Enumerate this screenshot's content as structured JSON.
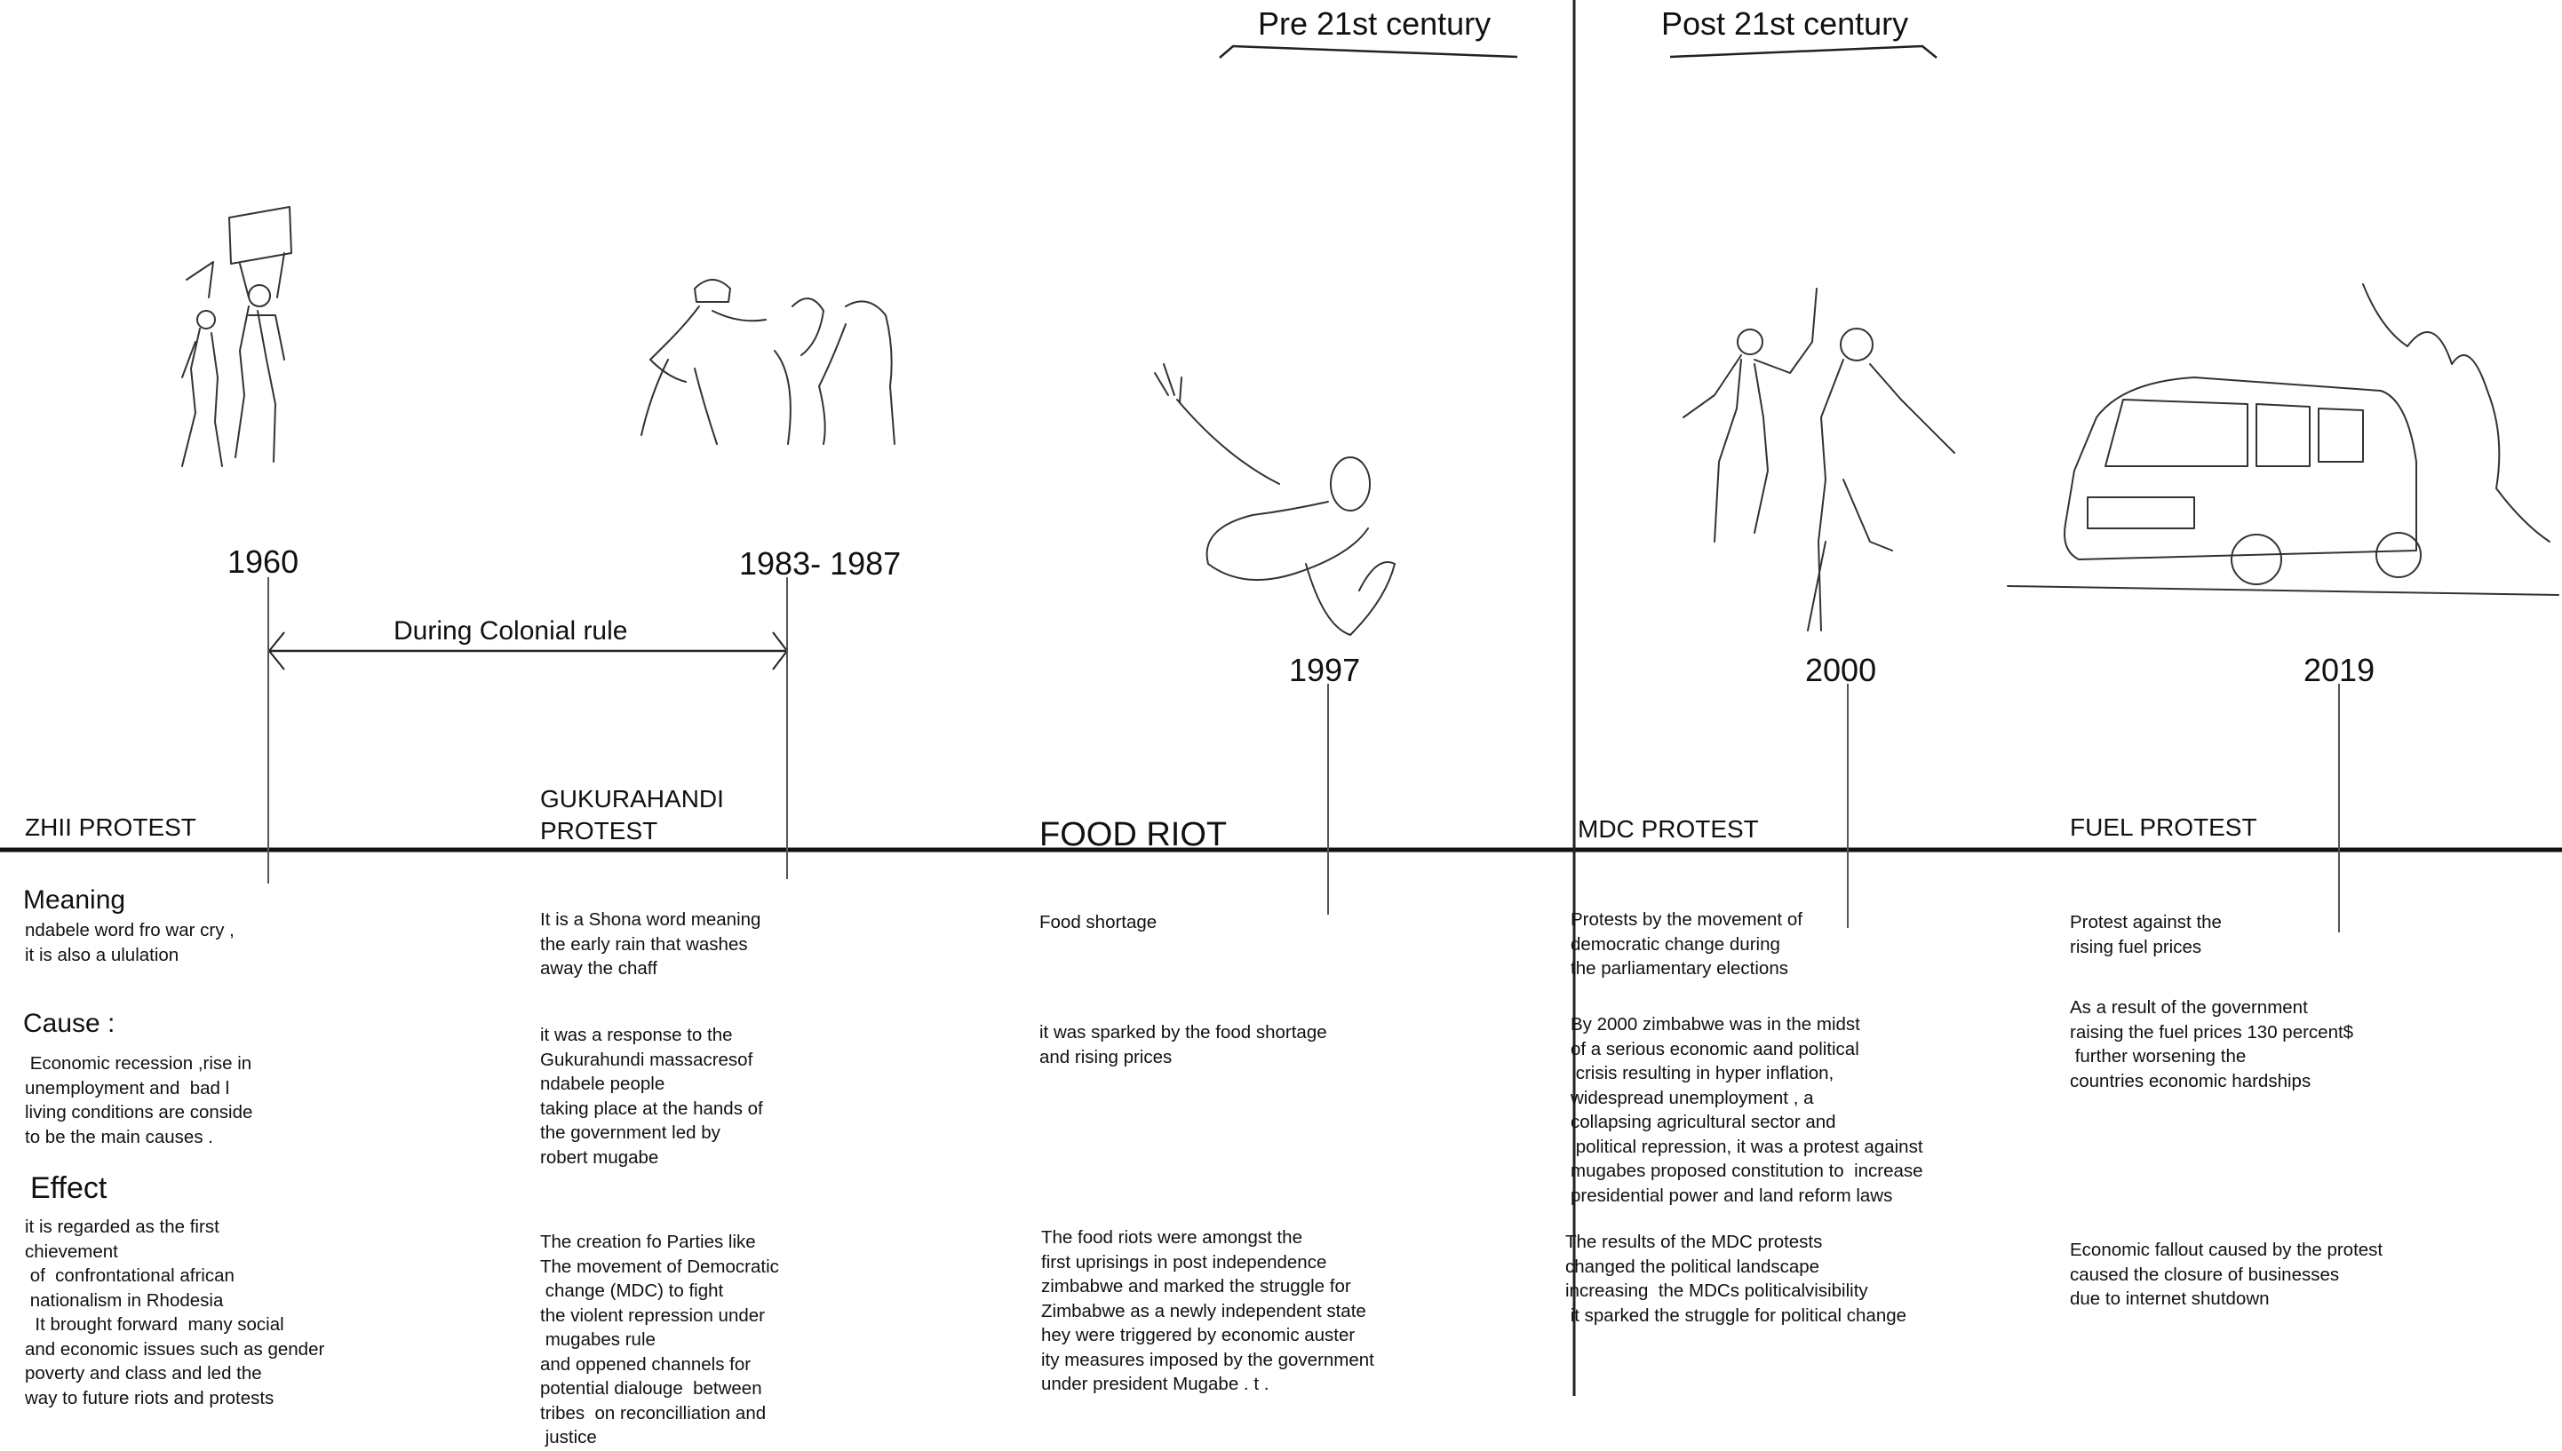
{
  "eras": {
    "pre": "Pre 21st century",
    "post": "Post 21st century"
  },
  "span_label": "During Colonial rule",
  "years": [
    "1960",
    "1983- 1987",
    "1997",
    "2000",
    "2019"
  ],
  "protests": [
    {
      "title": "ZHII PROTEST",
      "meaning_heading": "Meaning",
      "meaning": "ndabele word fro war cry ,\nit is also a ululation",
      "cause_heading": "Cause :",
      "cause": " Economic recession ,rise in\nunemployment and  bad l\nliving conditions are conside\nto be the main causes .",
      "effect_heading": "Effect",
      "effect": "it is regarded as the first\nchievement\n of  confrontational african\n nationalism in Rhodesia\n  It brought forward  many social\nand economic issues such as gender\npoverty and class and led the\nway to future riots and protests"
    },
    {
      "title": "GUKURAHANDI\nPROTEST",
      "meaning": "It is a Shona word meaning\nthe early rain that washes\naway the chaff",
      "cause": "it was a response to the\nGukurahundi massacresof\nndabele people\ntaking place at the hands of\nthe government led by\nrobert mugabe",
      "effect": "The creation fo Parties like\nThe movement of Democratic\n change (MDC) to fight\nthe violent repression under\n mugabes rule\nand oppened channels for\npotential dialouge  between\ntribes  on reconcilliation and\n justice"
    },
    {
      "title": "FOOD RIOT",
      "meaning": "Food shortage",
      "cause": "it was sparked by the food shortage\nand rising prices",
      "effect": "The food riots were amongst the\nfirst uprisings in post independence\nzimbabwe and marked the struggle for\nZimbabwe as a newly independent state\nhey were triggered by economic auster\nity measures imposed by the government\nunder president Mugabe . t ."
    },
    {
      "title": "MDC PROTEST",
      "meaning": "Protests by the movement of\ndemocratic change during\nthe parliamentary elections",
      "cause": "By 2000 zimbabwe was in the midst\nof a serious economic aand political\n crisis resulting in hyper inflation,\nwidespread unemployment , a\ncollapsing agricultural sector and\n political repression, it was a protest against\nmugabes proposed constitution to  increase\npresidential power and land reform laws",
      "effect": "The results of the MDC protests\nchanged the political landscape\nincreasing  the MDCs politicalvisibility\n it sparked the struggle for political change"
    },
    {
      "title": "FUEL PROTEST",
      "meaning": "Protest against the\nrising fuel prices",
      "cause": "As a result of the government\nraising the fuel prices 130 percent$\n further worsening the\ncountries economic hardships",
      "effect": "Economic fallout caused by the protest\ncaused the closure of businesses\ndue to internet shutdown"
    }
  ],
  "illustrations": [
    "protest-marchers-sketch-icon",
    "soldier-clash-sketch-icon",
    "leaping-rioter-sketch-icon",
    "fist-raised-protesters-sketch-icon",
    "burning-minibus-sketch-icon"
  ]
}
